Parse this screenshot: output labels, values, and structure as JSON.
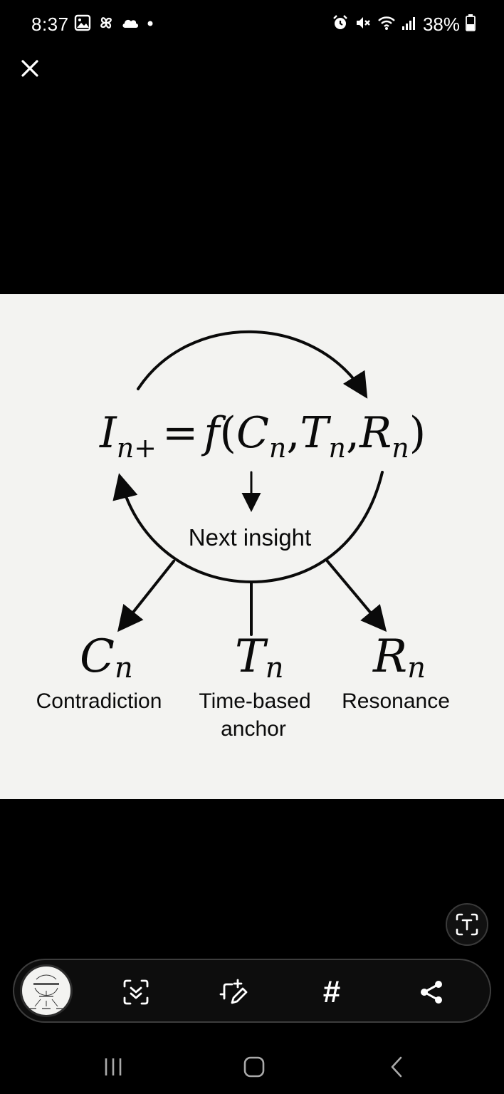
{
  "status_bar": {
    "time": "8:37",
    "battery": "38%",
    "left_icons": [
      "gallery-icon",
      "pinwheel-icon",
      "cloud-icon",
      "dot-icon"
    ],
    "right_icons": [
      "alarm-icon",
      "mute-icon",
      "wifi-icon",
      "signal-icon",
      "battery-icon"
    ]
  },
  "diagram": {
    "formula": {
      "i": "I",
      "i_sub": "n+",
      "equals": "=",
      "f": "f",
      "open_paren": "(",
      "c": "C",
      "c_sub": "n",
      "comma1": ",",
      "t": "T",
      "t_sub": "n",
      "comma2": ",",
      "r": "R",
      "r_sub": "n",
      "close_paren": ")"
    },
    "next_insight": "Next insight",
    "nodes": {
      "c_symbol": "C",
      "c_sub": "n",
      "c_label": "Contradiction",
      "t_symbol": "T",
      "t_sub": "n",
      "t_label_1": "Time-based",
      "t_label_2": "anchor",
      "r_symbol": "R",
      "r_sub": "n",
      "r_label": "Resonance"
    }
  },
  "toolbar": {
    "hashtag": "#",
    "buttons": [
      "scan-icon",
      "edit-icon",
      "hashtag-icon",
      "share-icon"
    ]
  },
  "colors": {
    "background": "#000000",
    "panel": "#f3f3f1",
    "ink": "#0a0a0a"
  }
}
